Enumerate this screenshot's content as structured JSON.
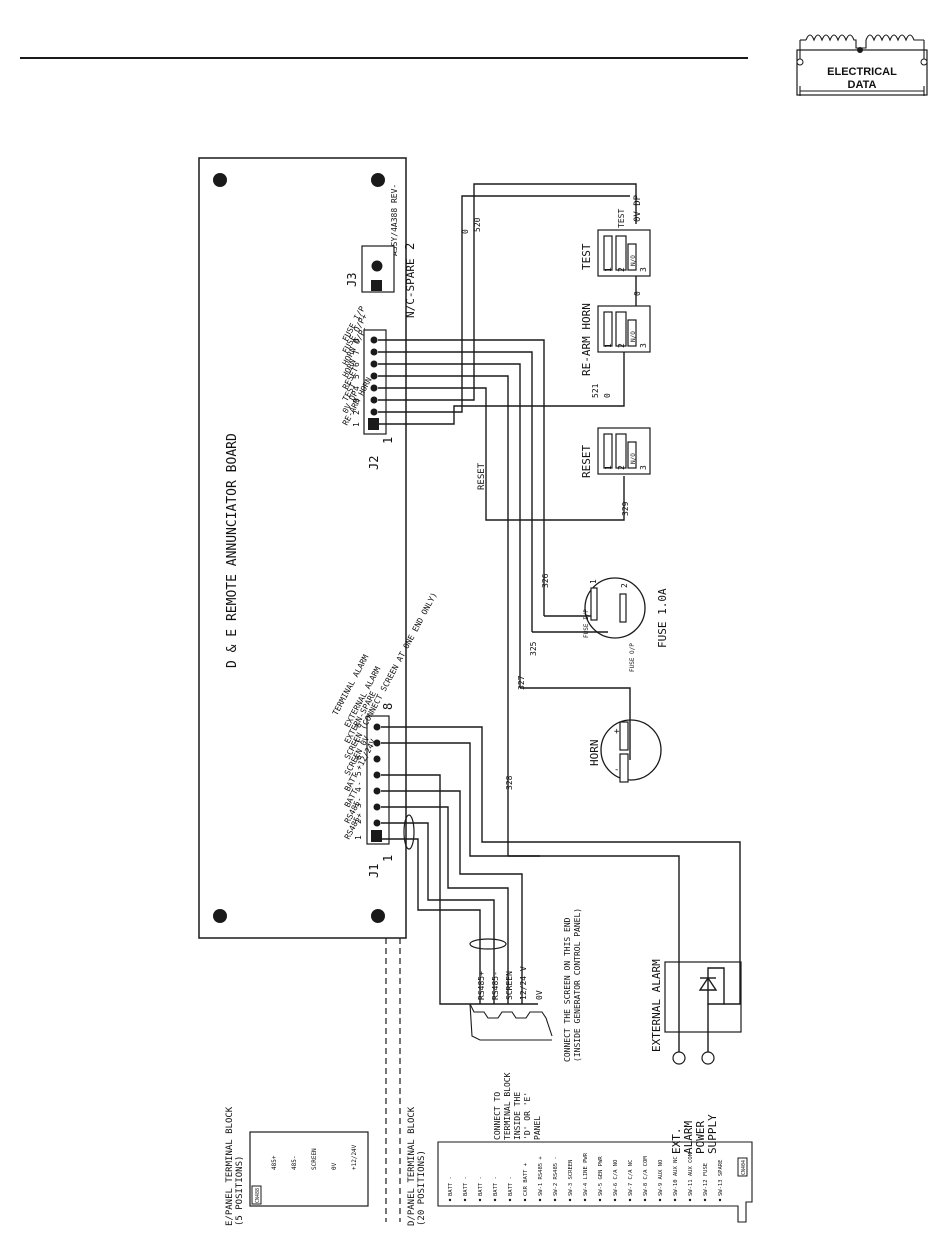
{
  "header": {
    "logo_text_1": "ELECTRICAL",
    "logo_text_2": "DATA"
  },
  "board": {
    "title": "D & E REMOTE ANNUNCIATOR BOARD",
    "assy": "ASSY/4A388 REV-"
  },
  "j3": {
    "name": "J3",
    "pin2": "2",
    "label": "N/C-SPARE"
  },
  "j2": {
    "name": "J2",
    "pin1": "1",
    "pins": [
      {
        "n": "1",
        "label": "RE-ARM HORN"
      },
      {
        "n": "2",
        "label": "0V DP"
      },
      {
        "n": "3",
        "label": "TEST"
      },
      {
        "n": "4",
        "label": "RESET"
      },
      {
        "n": "5",
        "label": "HORN"
      },
      {
        "n": "6",
        "label": "HORN O/P-"
      },
      {
        "n": "7",
        "label": "FUSE O/P+"
      },
      {
        "n": "8",
        "label": "FUSE I/P"
      }
    ]
  },
  "j1": {
    "name": "J1",
    "pin1": "1",
    "pin8": "8",
    "pins": [
      {
        "n": "1",
        "label": "RS485+"
      },
      {
        "n": "2",
        "label": "RS485-"
      },
      {
        "n": "3",
        "label": "BATT -"
      },
      {
        "n": "4",
        "label": "BATT +12/24V"
      },
      {
        "n": "5",
        "label": "SCREEN 0V"
      },
      {
        "n": "6",
        "label": "SCREEN (CONNECT SCREEN AT ONE END ONLY)"
      },
      {
        "n": "7",
        "label": "EXTERN-SPARE"
      },
      {
        "n": "8",
        "label": "EXTERNAL ALARM"
      }
    ],
    "extra": "TERMINAL ALARM"
  },
  "switches": {
    "test": {
      "title": "TEST",
      "tag": "TEST",
      "p1": "1",
      "p2": "2",
      "p3": "3",
      "no": "N/O"
    },
    "rearm": {
      "title": "RE-ARM HORN",
      "p1": "1",
      "p2": "2",
      "p3": "3",
      "no": "N/O"
    },
    "reset": {
      "title": "RESET",
      "p1": "1",
      "p2": "2",
      "p3": "3",
      "no": "N/O"
    },
    "ovdp": "0V DP"
  },
  "wires": {
    "w0": "0",
    "w520": "520",
    "w521": "521",
    "w0b": "0",
    "w0c": "0",
    "w329": "329",
    "w326": "326",
    "w325": "325",
    "w327": "327",
    "w328": "328",
    "reset_label": "RESET"
  },
  "fuse": {
    "title": "FUSE 1.0A",
    "p1": "1",
    "p2": "2",
    "ip": "FUSE I/P",
    "op": "FUSE O/P"
  },
  "horn": {
    "title": "HORN",
    "plus": "+",
    "minus": "-"
  },
  "cable": {
    "cores": [
      "RS485+",
      "RS485-",
      "SCREEN",
      "12/24 V",
      "0V"
    ],
    "note_1": "CONNECT TO",
    "note_2": "TERMINAL BLOCK",
    "note_3": "INSIDE THE",
    "note_4": "'D' OR 'E'",
    "note_5": "PANEL",
    "screen_note_1": "CONNECT THE SCREEN ON THIS END",
    "screen_note_2": "(INSIDE GENERATOR CONTROL PANEL)"
  },
  "ext_alarm": {
    "title": "EXTERNAL ALARM",
    "supply_1": "EXT.",
    "supply_2": "ALARM",
    "supply_3": "POWER",
    "supply_4": "SUPPLY"
  },
  "e_block": {
    "title_1": "E/PANEL TERMINAL BLOCK",
    "title_2": "(5 POSITIONS)",
    "tag": "CN488",
    "terms": [
      "485+",
      "485-",
      "SCREEN",
      "0V",
      "+12/24V"
    ]
  },
  "d_block": {
    "title_1": "D/PANEL TERMINAL BLOCK",
    "title_2": "(20 POSITIONS)",
    "tag": "CN404",
    "terms": [
      "BATT -",
      "BATT -",
      "BATT -",
      "BATT -",
      "BATT -",
      "CXR  BATT +",
      "SW-1 RS485 +",
      "SW-2 RS485 -",
      "SW-3 SCREEN",
      "SW-4 LINE PWR",
      "SW-5 GEN PWR",
      "SW-6 C/A NO",
      "SW-7 C/A NC",
      "SW-8 C/A COM",
      "SW-9 AUX NO",
      "SW-10 AUX NC",
      "SW-11 AUX COM",
      "SW-12 FUSE",
      "SW-13 SPARE"
    ]
  }
}
